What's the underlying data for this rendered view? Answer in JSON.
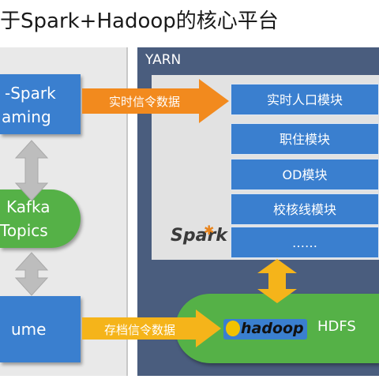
{
  "title": "于Spark+Hadoop的核心平台",
  "left": {
    "streaming_line1": "-Spark",
    "streaming_line2": "aming",
    "kafka_line1": "Kafka",
    "kafka_line2": "Topics",
    "flume_label": "ume"
  },
  "yarn": {
    "label": "YARN",
    "modules": [
      "实时人口模块",
      "职住模块",
      "OD模块",
      "校核线模块",
      "……"
    ],
    "spark_logo": "Spark",
    "hdfs_label": "HDFS",
    "hadoop_logo": "hadoop"
  },
  "arrows": {
    "realtime_signal": "实时信令数据",
    "archive_signal": "存档信令数据"
  },
  "colors": {
    "blue": "#3a7fcf",
    "green": "#55b147",
    "orange": "#f28a1e",
    "yellow": "#f5b41a",
    "yarn_bg": "#4a5d7e"
  }
}
